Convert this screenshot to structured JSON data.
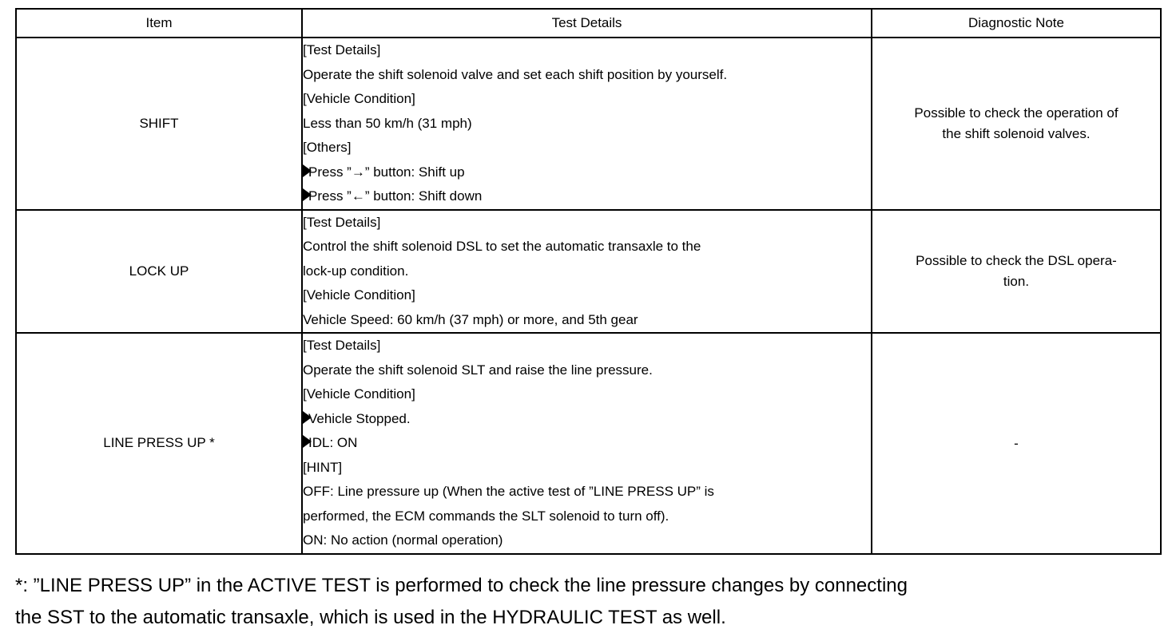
{
  "table": {
    "headers": [
      "Item",
      "Test Details",
      "Diagnostic Note"
    ],
    "rows": [
      {
        "item": "SHIFT",
        "details": [
          {
            "text": "[Test Details]",
            "bullet": false
          },
          {
            "text": "Operate the shift solenoid valve and set each shift position by yourself.",
            "bullet": false
          },
          {
            "text": "[Vehicle Condition]",
            "bullet": false
          },
          {
            "text": "Less than 50 km/h (31 mph)",
            "bullet": false
          },
          {
            "text": "[Others]",
            "bullet": false
          },
          {
            "text": "Press ”→” button: Shift up",
            "bullet": true
          },
          {
            "text": "Press ”←” button: Shift down",
            "bullet": true
          }
        ],
        "note_lines": [
          "Possible to check the operation of",
          "the shift solenoid valves."
        ]
      },
      {
        "item": "LOCK UP",
        "details": [
          {
            "text": "[Test Details]",
            "bullet": false
          },
          {
            "text": "Control the shift solenoid DSL to set the automatic transaxle to the",
            "bullet": false
          },
          {
            "text": "lock-up condition.",
            "bullet": false
          },
          {
            "text": "[Vehicle Condition]",
            "bullet": false
          },
          {
            "text": "Vehicle Speed: 60 km/h (37 mph) or more, and 5th gear",
            "bullet": false
          }
        ],
        "note_lines": [
          "Possible to check the DSL opera-",
          "tion."
        ]
      },
      {
        "item": "LINE PRESS UP *",
        "details": [
          {
            "text": "[Test Details]",
            "bullet": false
          },
          {
            "text": "Operate the shift solenoid SLT and raise the line pressure.",
            "bullet": false
          },
          {
            "text": "[Vehicle Condition]",
            "bullet": false
          },
          {
            "text": "Vehicle Stopped.",
            "bullet": true
          },
          {
            "text": "IDL: ON",
            "bullet": true
          },
          {
            "text": "[HINT]",
            "bullet": false
          },
          {
            "text": "OFF: Line pressure up (When the active test of ”LINE PRESS UP” is",
            "bullet": false
          },
          {
            "text": "performed, the ECM commands the SLT solenoid to turn off).",
            "bullet": false
          },
          {
            "text": "ON: No action (normal operation)",
            "bullet": false
          }
        ],
        "note_lines": [
          "-"
        ]
      }
    ]
  },
  "footnote": {
    "line1": "*: ”LINE PRESS UP” in the ACTIVE TEST is performed to check the line pressure changes by connecting",
    "line2": "the SST to the automatic transaxle, which is used in the HYDRAULIC TEST as well."
  }
}
